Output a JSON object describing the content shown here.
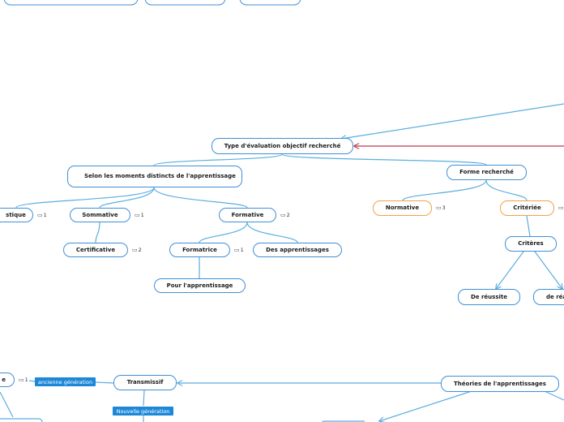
{
  "colors": {
    "node_border": "#3f8fd6",
    "orange_border": "#f0a24a",
    "link": "#5aaee0",
    "red_link": "#c0394a",
    "tag_fill": "#1e88d8"
  },
  "nodes": {
    "type_eval": "Type d'évaluation objectif recherché",
    "moments": "Selon les moments distincts de l'apprentissage",
    "forme": "Forme recherché",
    "diagnostique": "stique",
    "sommative": "Sommative",
    "formative": "Formative",
    "certificative": "Certificative",
    "formatrice": "Formatrice",
    "des_apprentissages": "Des apprentissages",
    "pour_apprentissage": "Pour l'apprentissage",
    "normative": "Normative",
    "criteriee": "Critériée",
    "criteres": "Critères",
    "de_reussite": "De réussite",
    "de_rea": "de réa",
    "theories": "Théories de l'apprentissages",
    "transmissif": "Transmissif",
    "bottom_left": "e"
  },
  "badges": {
    "diagnostique": "1",
    "sommative": "1",
    "formative": "2",
    "certificative": "2",
    "formatrice": "1",
    "normative": "3",
    "bottom_left": "1"
  },
  "tags": {
    "ancienne": "ancienne génération",
    "nouvelle": "Nouvelle génération"
  },
  "icons": {
    "comment": "comment-icon"
  }
}
